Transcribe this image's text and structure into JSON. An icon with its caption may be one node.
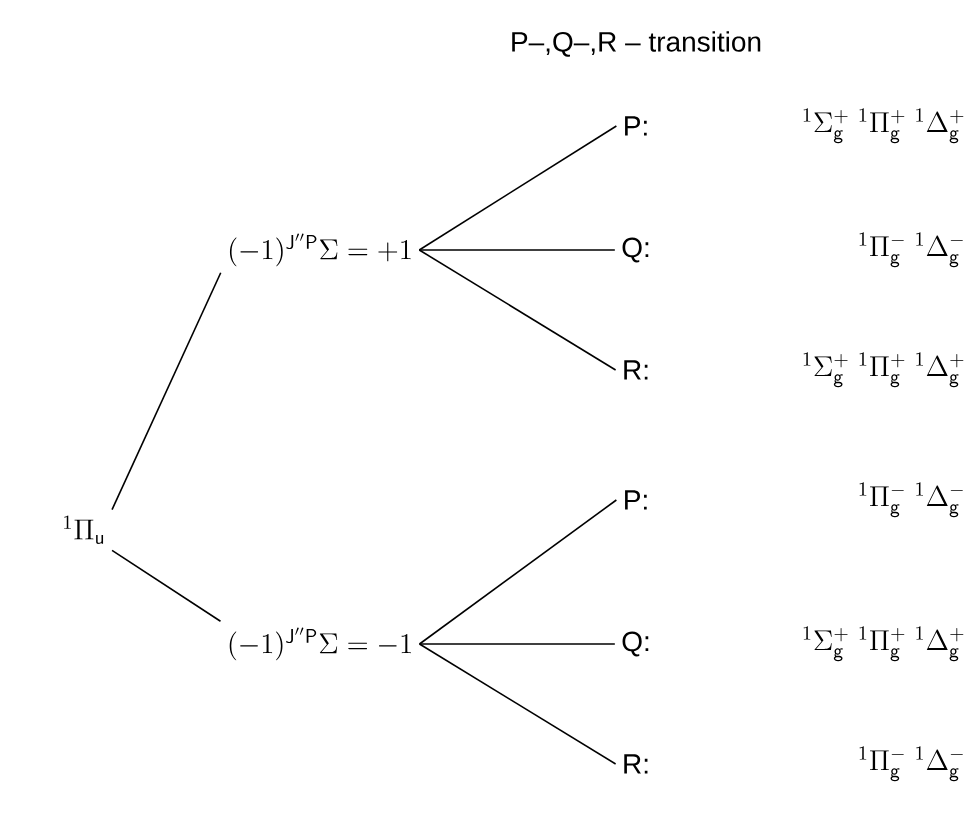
{
  "diagram": {
    "title": "P–,Q–,R – transition",
    "nodes": [
      {
        "text": [
          "{}^{1}\\Pi_{\\mathsf{u}}"
        ]
      },
      {
        "text": [
          "(-1)^{\\mathsf{J''P}}\\Sigma=+1"
        ]
      },
      {
        "text": [
          "P:"
        ]
      },
      {
        "text": [
          "Q:"
        ]
      },
      {
        "text": [
          "R:"
        ]
      },
      {
        "text": [
          "(-1)^{\\mathsf{J''P}}\\Sigma=-1"
        ]
      },
      {
        "text": [
          "P:"
        ]
      },
      {
        "text": [
          "Q:"
        ]
      },
      {
        "text": [
          "R:"
        ]
      }
    ],
    "edges": [
      {
        "from": 0,
        "to": 1,
        "arrow": "none"
      },
      {
        "from": 0,
        "to": 5,
        "arrow": "none"
      },
      {
        "from": 1,
        "to": 2,
        "arrow": "none"
      },
      {
        "from": 1,
        "to": 3,
        "arrow": "none"
      },
      {
        "from": 1,
        "to": 4,
        "arrow": "none"
      },
      {
        "from": 5,
        "to": 6,
        "arrow": "none"
      },
      {
        "from": 5,
        "to": 7,
        "arrow": "none"
      },
      {
        "from": 5,
        "to": 8,
        "arrow": "none"
      }
    ],
    "labels": [
      "{}^{1}\\Sigma_{\\mathsf{g}}^{+}\\;{}^{1}\\Pi_{\\mathsf{g}}^{+}\\;{}^{1}\\Delta_{\\mathsf{g}}^{+}",
      "{}^{1}\\Pi_{\\mathsf{g}}^{-}\\;{}^{1}\\Delta_{\\mathsf{g}}^{-}",
      "{}^{1}\\Sigma_{\\mathsf{g}}^{+}\\;{}^{1}\\Pi_{\\mathsf{g}}^{+}\\;{}^{1}\\Delta_{\\mathsf{g}}^{+}",
      "{}^{1}\\Pi_{\\mathsf{g}}^{-}\\;{}^{1}\\Delta_{\\mathsf{g}}^{-}",
      "{}^{1}\\Sigma_{\\mathsf{g}}^{+}\\;{}^{1}\\Pi_{\\mathsf{g}}^{+}\\;{}^{1}\\Delta_{\\mathsf{g}}^{+}",
      "{}^{1}\\Pi_{\\mathsf{g}}^{-}\\;{}^{1}\\Delta_{\\mathsf{g}}^{-}"
    ]
  }
}
